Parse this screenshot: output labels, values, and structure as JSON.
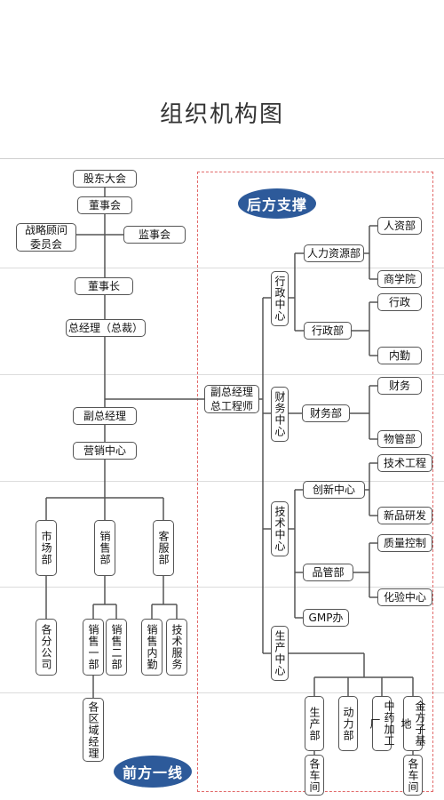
{
  "title": "组织机构图",
  "labels": {
    "back_support": "后方支撑",
    "front_line": "前方一线"
  },
  "colors": {
    "oval": "#2d5a9a",
    "dash": "#e26a6a",
    "border": "#555555"
  },
  "nodes": {
    "shareholders": "股东大会",
    "board": "董事会",
    "strategy": "战略顾问\n委员会",
    "supervisors": "监事会",
    "chairman": "董事长",
    "gm": "总经理（总裁）",
    "vgm": "副总经理",
    "marketing": "营销中心",
    "market_dept": "市场部",
    "sales_dept": "销售部",
    "service_dept": "客服部",
    "branch": "各分公司",
    "sales1": "销售一部",
    "sales2": "销售二部",
    "sales_internal": "销售内勤",
    "tech_service": "技术服务",
    "region_mgr": "各区域经理",
    "deputy_engineer": "副总经理\n总工程师",
    "admin_center": "行政中心",
    "hr": "人力资源部",
    "hr_sub": "人资部",
    "school": "商学院",
    "admin_dept": "行政部",
    "admin": "行政",
    "logistics": "内勤",
    "finance_center": "财务中心",
    "finance_dept": "财务部",
    "finance": "财务",
    "goods": "物管部",
    "tech_center": "技术中心",
    "innovation": "创新中心",
    "tech_eng": "技术工程",
    "new_product": "新品研发",
    "quality_dept": "品管部",
    "quality_ctrl": "质量控制",
    "lab": "化验中心",
    "gmp": "GMP办",
    "production_center": "生产中心",
    "production_dept": "生产部",
    "power_dept": "动力部",
    "tcm_factory": "中药加工厂",
    "jinfangzi_base": "金方子基地",
    "workshops1": "各车间",
    "workshops2": "各车间"
  }
}
